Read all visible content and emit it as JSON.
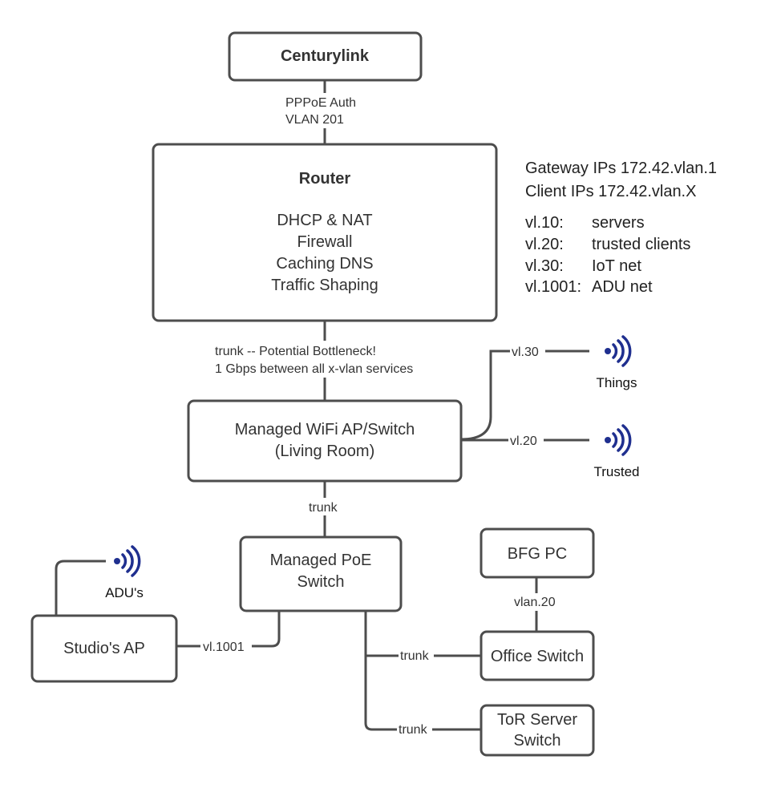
{
  "nodes": {
    "centurylink": {
      "label": "Centurylink"
    },
    "router": {
      "title": "Router",
      "services": [
        "DHCP & NAT",
        "Firewall",
        "Caching DNS",
        "Traffic Shaping"
      ]
    },
    "living_room_ap": {
      "line1": "Managed WiFi AP/Switch",
      "line2": "(Living Room)"
    },
    "poe_switch": {
      "line1": "Managed PoE",
      "line2": "Switch"
    },
    "studio_ap": {
      "label": "Studio's AP"
    },
    "bfg_pc": {
      "label": "BFG PC"
    },
    "office_switch": {
      "label": "Office Switch"
    },
    "tor_switch": {
      "line1": "ToR Server",
      "line2": "Switch"
    }
  },
  "links": {
    "uplink_line1": "PPPoE Auth",
    "uplink_line2": "VLAN 201",
    "router_trunk_line1": "trunk -- Potential Bottleneck!",
    "router_trunk_line2": "1 Gbps between all x-vlan services",
    "things_vlan": "vl.30",
    "trusted_vlan": "vl.20",
    "living_poe_trunk": "trunk",
    "studio_vlan": "vl.1001",
    "office_trunk": "trunk",
    "tor_trunk": "trunk",
    "bfg_vlan": "vlan.20"
  },
  "wireless": {
    "things": "Things",
    "trusted": "Trusted",
    "adus": "ADU's",
    "icon": "wifi-signal-icon",
    "icon_color": "#1f2f8f"
  },
  "info": {
    "gateway": "Gateway IPs 172.42.vlan.1",
    "client": "Client IPs 172.42.vlan.X",
    "vlans": [
      {
        "id": "vl.10:",
        "name": "servers"
      },
      {
        "id": "vl.20:",
        "name": "trusted clients"
      },
      {
        "id": "vl.30:",
        "name": "IoT net"
      },
      {
        "id": "vl.1001:",
        "name": "ADU net"
      }
    ]
  }
}
